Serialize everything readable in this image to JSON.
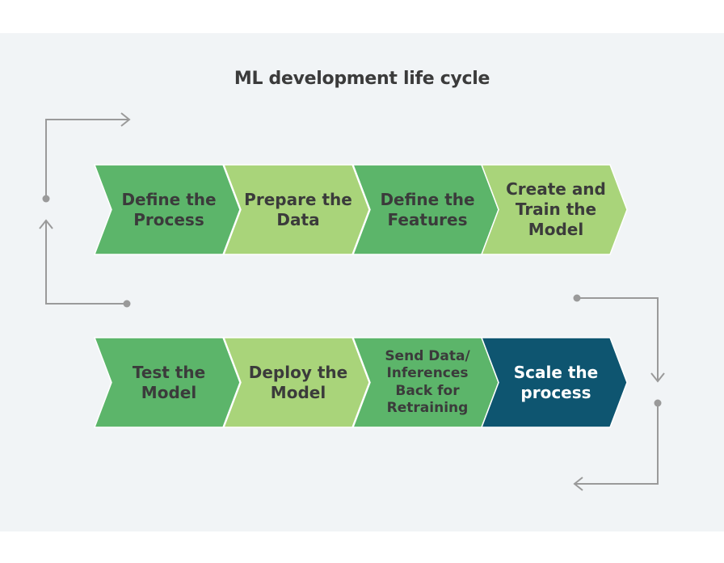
{
  "title": "ML development life cycle",
  "colors": {
    "dark_green": "#5cb56a",
    "light_green": "#a9d47a",
    "dark_teal": "#0e5570",
    "arrow_gray": "#9a9a9a",
    "text_dark": "#3b3b3b",
    "text_light": "#ffffff"
  },
  "steps": [
    {
      "label": "Define the\nProcess",
      "color": "dark_green"
    },
    {
      "label": "Prepare the\nData",
      "color": "light_green"
    },
    {
      "label": "Define the\nFeatures",
      "color": "dark_green"
    },
    {
      "label": "Create and\nTrain the\nModel",
      "color": "light_green"
    },
    {
      "label": "Test the\nModel",
      "color": "dark_green"
    },
    {
      "label": "Deploy the\nModel",
      "color": "light_green"
    },
    {
      "label": "Send Data/\nInferences\nBack for\nRetraining",
      "color": "dark_green"
    },
    {
      "label": "Scale the\nprocess",
      "color": "dark_teal"
    }
  ]
}
